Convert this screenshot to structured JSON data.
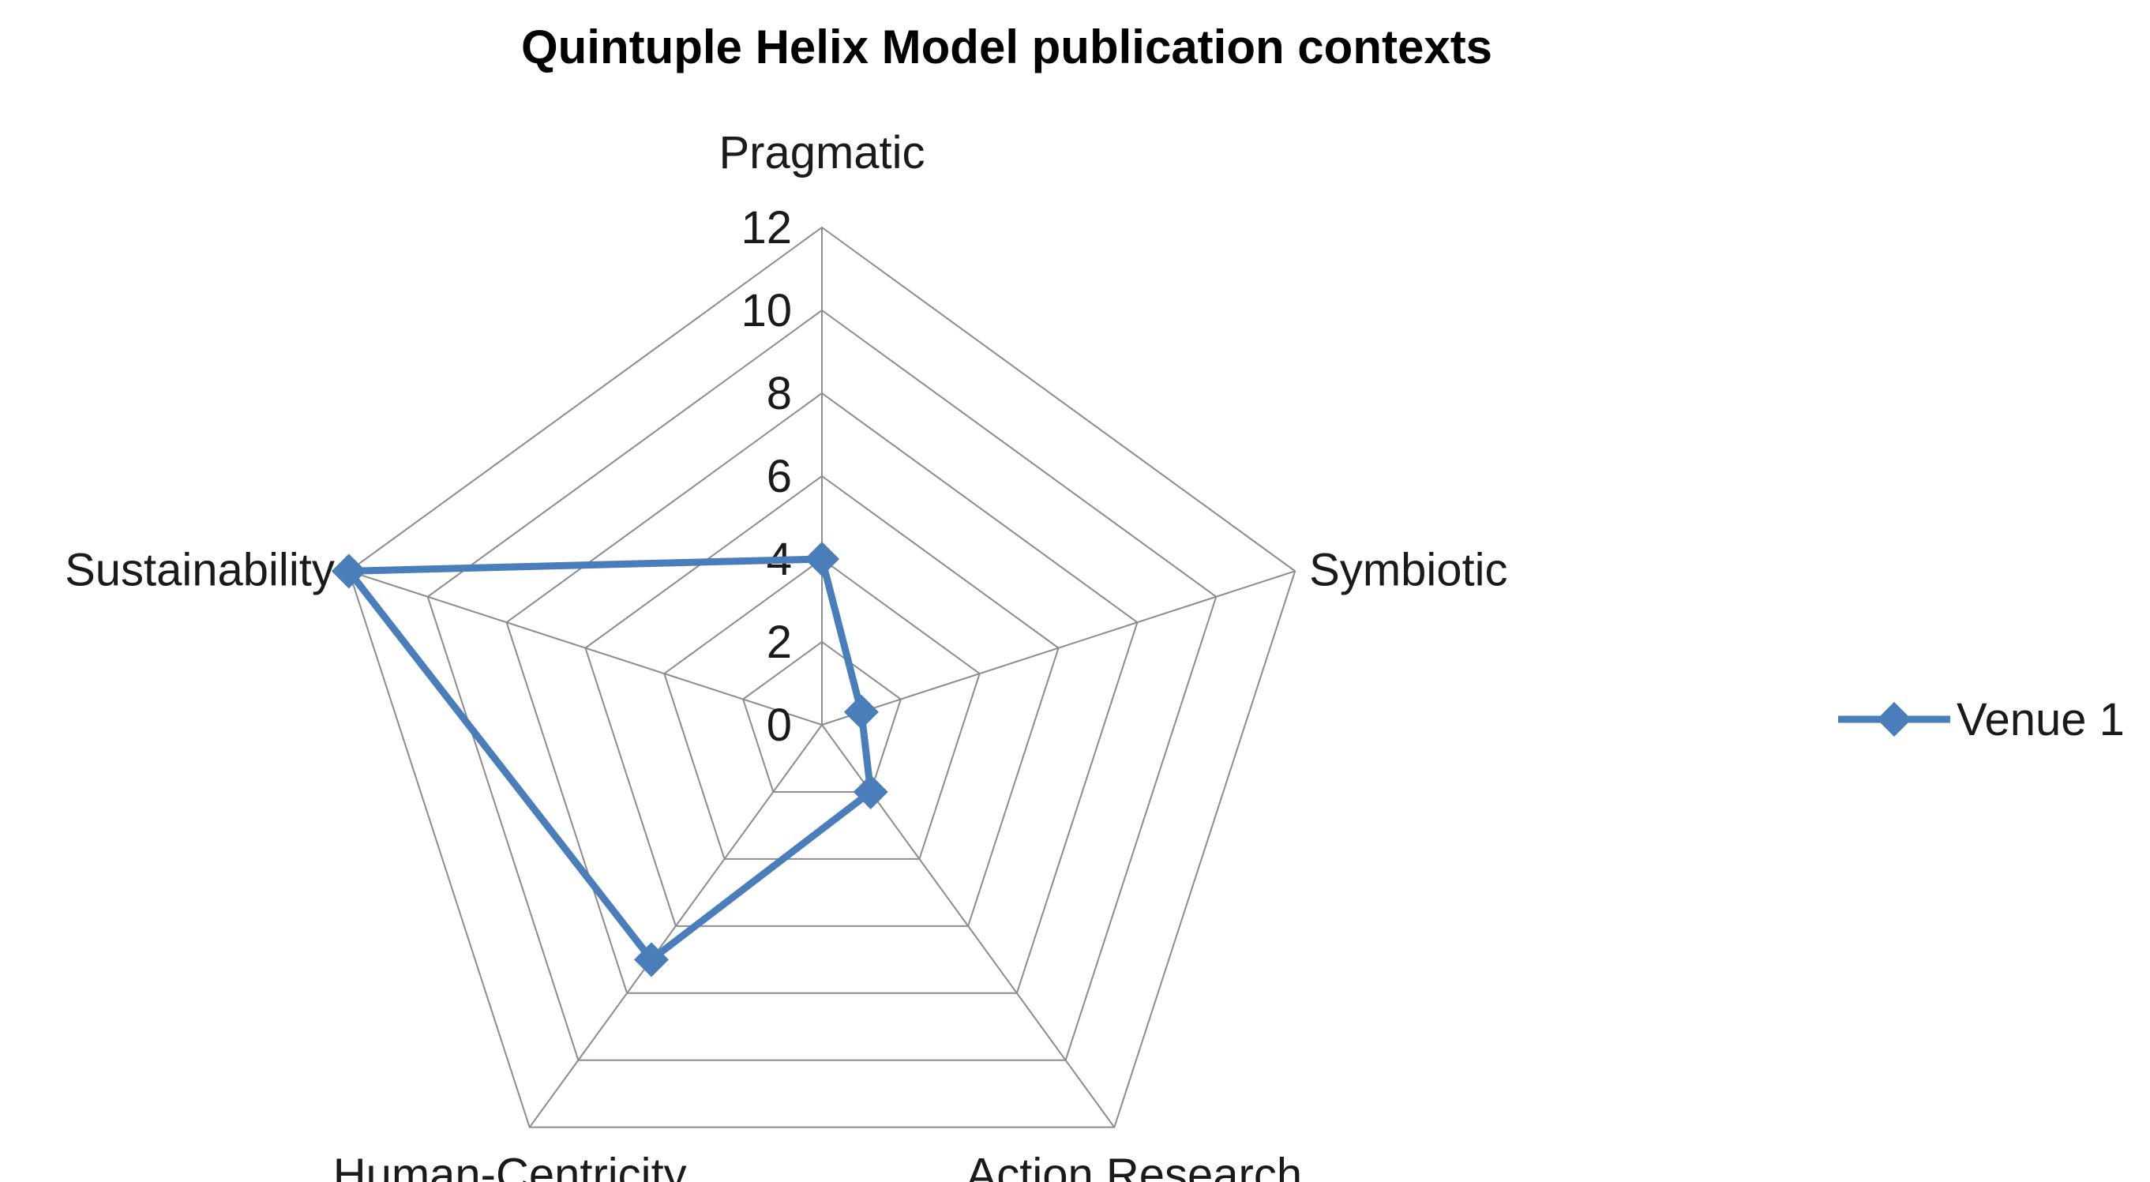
{
  "chart_data": {
    "type": "radar",
    "title": "Quintuple Helix Model publication contexts",
    "axes": [
      "Pragmatic",
      "Symbiotic",
      "Action Research",
      "Human-Centricity",
      "Sustainability"
    ],
    "rlim": [
      0,
      12
    ],
    "ticks": [
      "0",
      "2",
      "4",
      "6",
      "8",
      "10",
      "12"
    ],
    "tick_values": [
      0,
      2,
      4,
      6,
      8,
      10,
      12
    ],
    "grid": true,
    "legend_position": "right",
    "series": [
      {
        "name": "Venue 1",
        "values": [
          4,
          1,
          2,
          7,
          12
        ],
        "color": "#4a7ebb",
        "marker": "diamond"
      }
    ]
  }
}
